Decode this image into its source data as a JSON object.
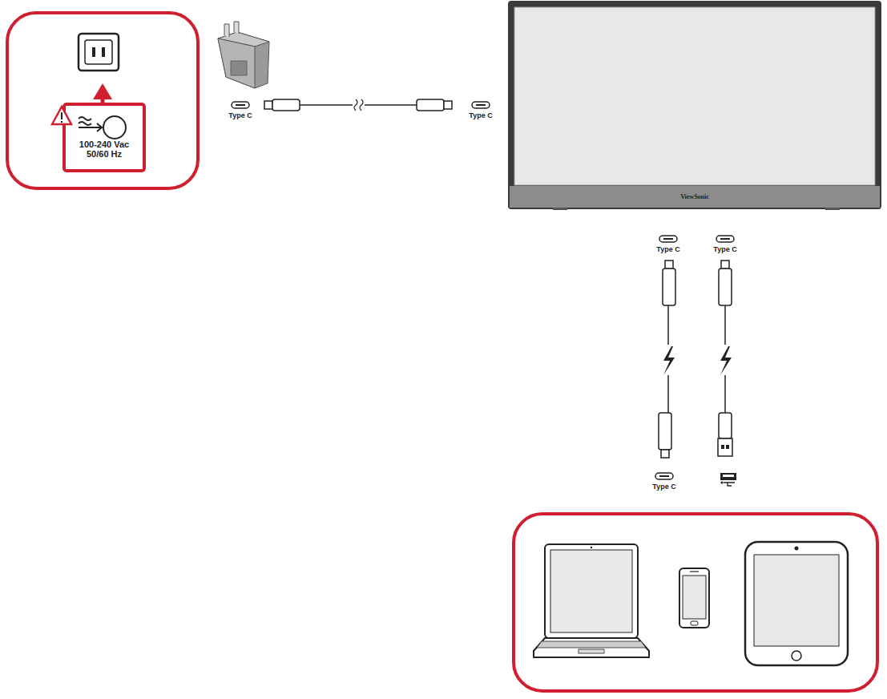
{
  "diagram": {
    "nodes": [
      {
        "text": [
          "100-240 Vac 50/60 Hz"
        ]
      },
      {
        "text": [
          "ViewSonic"
        ]
      }
    ],
    "labels": [
      "Type C",
      "Type C",
      "Type C",
      "Type C",
      "Type C"
    ]
  }
}
